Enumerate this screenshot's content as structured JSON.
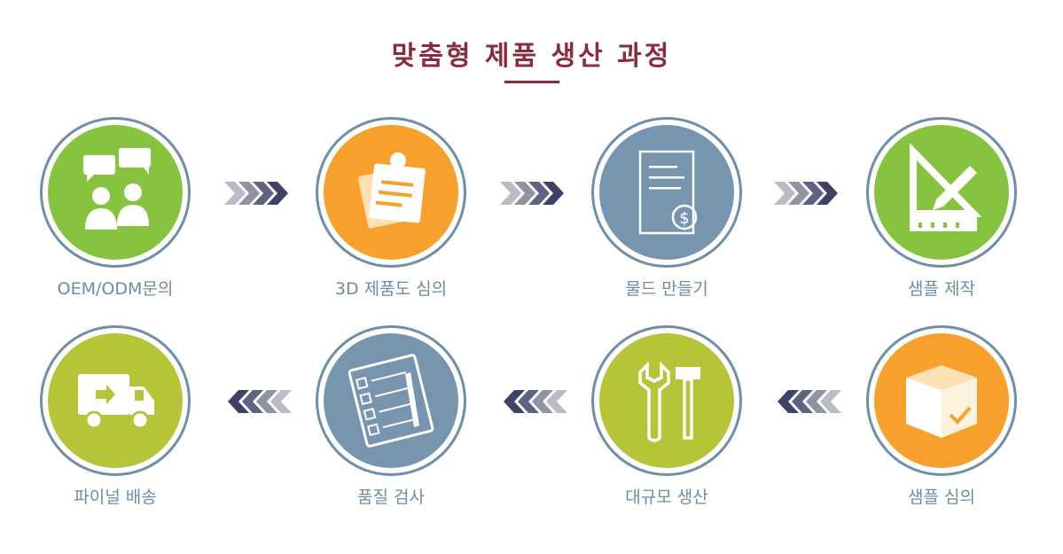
{
  "title": "맞춤형 제품 생산 과정",
  "colors": {
    "title": "#8a2b3e",
    "label": "#6e8ba4",
    "ring": "#6f8fa8",
    "green": "#86c440",
    "orange": "#f7a02b",
    "blue": "#7895b0",
    "lime": "#b5c537"
  },
  "steps": [
    {
      "label": "OEM/ODM문의",
      "icon": "chat-people-icon",
      "color": "green"
    },
    {
      "label": "3D 제품도 심의",
      "icon": "pinned-notes-icon",
      "color": "orange"
    },
    {
      "label": "물드 만들기",
      "icon": "invoice-dollar-icon",
      "color": "blue"
    },
    {
      "label": "샘플 제작",
      "icon": "ruler-pencil-icon",
      "color": "green"
    },
    {
      "label": "샘플 심의",
      "icon": "box-check-icon",
      "color": "orange"
    },
    {
      "label": "대규모 생산",
      "icon": "wrench-hammer-icon",
      "color": "lime"
    },
    {
      "label": "품질 검사",
      "icon": "checklist-icon",
      "color": "blue"
    },
    {
      "label": "파이널 배송",
      "icon": "delivery-truck-icon",
      "color": "lime"
    }
  ],
  "arrow_directions": {
    "row1": "right",
    "row2": "left"
  }
}
